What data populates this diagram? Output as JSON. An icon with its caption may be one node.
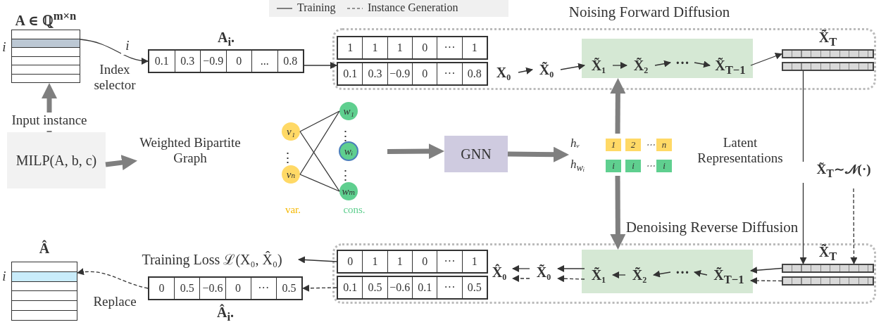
{
  "diagram": {
    "nodes": [
      {
        "text": [
          "A ∈ ℚ$^{m×n}$"
        ],
        "beside": [
          "i"
        ]
      },
      {
        "text": [
          "A$_{i}$.",
          "0.1",
          "0.3",
          "−0.9",
          "0",
          "...",
          "0.8"
        ]
      },
      {
        "text": [
          "MILP(A, b, c)"
        ]
      },
      {
        "text": [
          "Weighted Bipartite Graph"
        ]
      },
      {
        "text": [
          "v₁"
        ],
        "in": 3
      },
      {
        "text": [
          "vₙ"
        ],
        "in": 3
      },
      {
        "text": [
          "w₁"
        ],
        "in": 3
      },
      {
        "text": [
          "wᵢ"
        ],
        "in": 3
      },
      {
        "text": [
          "wₘ"
        ],
        "in": 3
      },
      {
        "text": [
          "GNN"
        ]
      },
      {
        "text": [
          "Latent Representations"
        ]
      },
      {
        "text": [
          "hᵥ",
          "1",
          "2",
          "⋯",
          "n"
        ],
        "in": 10
      },
      {
        "text": [
          "h$_{wᵢ}$",
          "i",
          "i",
          "⋯",
          "i"
        ],
        "in": 10
      },
      {
        "text": [
          "Noising Forward Diffusion"
        ]
      },
      {
        "text": [
          "1",
          "1",
          "1",
          "0",
          "···",
          "1"
        ],
        "in": 13
      },
      {
        "text": [
          "0.1",
          "0.3",
          "−0.9",
          "0",
          "···",
          "0.8"
        ],
        "in": 13
      },
      {
        "text": [
          "X₀"
        ],
        "in": 13
      },
      {
        "text": [
          "X̃₀"
        ],
        "in": 13
      },
      {
        "text": [],
        "shape": "box",
        "in": 13
      },
      {
        "text": [
          "X̃₁"
        ],
        "in": 18
      },
      {
        "text": [
          "X̃₂"
        ],
        "in": 18
      },
      {
        "text": [
          "···"
        ],
        "in": 18
      },
      {
        "text": [
          "X̃$_{T−1}$"
        ],
        "in": 18
      },
      {
        "text": [
          "X̃$_{T}$"
        ],
        "in": 13
      },
      {
        "text": [
          "Denoising Reverse Diffusion"
        ]
      },
      {
        "text": [
          "0",
          "1",
          "1",
          "0",
          "···",
          "1"
        ],
        "in": 24
      },
      {
        "text": [
          "0.1",
          "0.5",
          "−0.6",
          "0.1",
          "···",
          "0.5"
        ],
        "in": 24
      },
      {
        "text": [
          "X̂₀"
        ],
        "in": 24
      },
      {
        "text": [
          "X̃₀"
        ],
        "in": 24
      },
      {
        "text": [],
        "shape": "box",
        "in": 24
      },
      {
        "text": [
          "X̃₁"
        ],
        "in": 29
      },
      {
        "text": [
          "X̃₂"
        ],
        "in": 29
      },
      {
        "text": [
          "···"
        ],
        "in": 29
      },
      {
        "text": [
          "X̃$_{T−1}$"
        ],
        "in": 29
      },
      {
        "text": [
          "X̃$_{T}$"
        ],
        "in": 24
      },
      {
        "text": [
          "Training Loss ℒ(X₀, X̂₀)"
        ]
      },
      {
        "text": [
          "Â$_{i}$.",
          "0",
          "0.5",
          "−0.6",
          "0",
          "···",
          "0.5"
        ]
      },
      {
        "text": [
          "Â"
        ],
        "beside": [
          "i",
          "Replace"
        ]
      }
    ],
    "edges": [
      {
        "from": 2,
        "to": 0,
        "arrow": "to",
        "label": "Input instance",
        "style": "thick",
        "color": "#7f7f7f"
      },
      {
        "from": 0,
        "to": 1,
        "arrow": "to",
        "label": "i"
      },
      {
        "from": 1,
        "to": 15,
        "arrow": "to"
      },
      {
        "from": 2,
        "to": 3,
        "arrow": "to",
        "style": "thick",
        "color": "#7f7f7f"
      },
      {
        "from": 4,
        "to": 6,
        "arrow": "none"
      },
      {
        "from": 4,
        "to": 8,
        "arrow": "none"
      },
      {
        "from": 5,
        "to": 6,
        "arrow": "none"
      },
      {
        "from": 5,
        "to": 8,
        "arrow": "none"
      },
      {
        "from": 3,
        "to": 9,
        "arrow": "to",
        "style": "thick",
        "color": "#7f7f7f"
      },
      {
        "from": 9,
        "to": 10,
        "arrow": "to",
        "style": "thick",
        "color": "#7f7f7f"
      },
      {
        "from": 10,
        "to": 18,
        "arrow": "to",
        "style": "thick",
        "color": "#7f7f7f"
      },
      {
        "from": 10,
        "to": 29,
        "arrow": "to",
        "style": "thick",
        "color": "#7f7f7f"
      },
      {
        "from": 16,
        "to": 17,
        "arrow": "to"
      },
      {
        "from": 17,
        "to": 19,
        "arrow": "to"
      },
      {
        "from": 19,
        "to": 20,
        "arrow": "to"
      },
      {
        "from": 20,
        "to": 21,
        "arrow": "to"
      },
      {
        "from": 21,
        "to": 22,
        "arrow": "to"
      },
      {
        "from": 22,
        "to": 23,
        "arrow": "to"
      },
      {
        "from": 23,
        "to": 34,
        "arrow": "to"
      },
      {
        "from": null,
        "to": 34,
        "arrow": "to",
        "label": "X̃$_{T}$∼𝒩(·)",
        "style": "dashed"
      },
      {
        "from": 34,
        "to": 33,
        "arrow": "to"
      },
      {
        "from": 34,
        "to": 33,
        "arrow": "to",
        "style": "dashed"
      },
      {
        "from": 33,
        "to": 32,
        "arrow": "to"
      },
      {
        "from": 32,
        "to": 31,
        "arrow": "to"
      },
      {
        "from": 31,
        "to": 30,
        "arrow": "to"
      },
      {
        "from": 30,
        "to": 28,
        "arrow": "to"
      },
      {
        "from": 30,
        "to": 28,
        "arrow": "to",
        "style": "dashed"
      },
      {
        "from": 28,
        "to": 27,
        "arrow": "to"
      },
      {
        "from": 28,
        "to": 27,
        "arrow": "to",
        "style": "dashed"
      },
      {
        "from": 25,
        "to": 35,
        "arrow": "to"
      },
      {
        "from": 26,
        "to": 36,
        "arrow": "to",
        "style": "dashed"
      },
      {
        "from": 36,
        "to": 37,
        "arrow": "to",
        "style": "dashed"
      }
    ],
    "labels": [
      "Index selector",
      "⋮",
      "⋮",
      "⋮",
      "var.",
      "cons."
    ],
    "legend": [
      {
        "text": "Training"
      },
      {
        "text": "Instance Generation"
      }
    ]
  }
}
